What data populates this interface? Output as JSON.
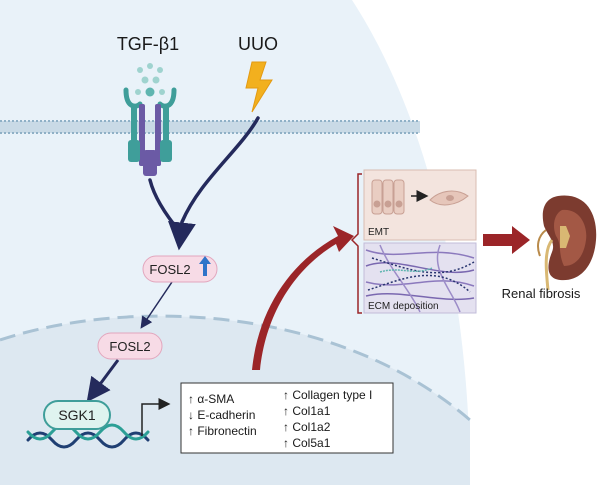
{
  "stimuli": {
    "ligand": "TGF-β1",
    "injury": "UUO"
  },
  "nodes": {
    "fosl2_up": "FOSL2",
    "fosl2_nuclear": "FOSL2",
    "sgk1": "SGK1"
  },
  "targets": {
    "left": [
      "↑ α-SMA",
      "↓ E-cadherin",
      "↑ Fibronectin"
    ],
    "right": [
      "↑ Collagen type I",
      "↑ Col1a1",
      "↑ Col1a2",
      "↑ Col5a1"
    ]
  },
  "panels": {
    "emt": "EMT",
    "ecm": "ECM deposition"
  },
  "outcome": "Renal fibrosis",
  "colors": {
    "cell_bg": "#e8f1f8",
    "membrane": "#a9c2d4",
    "receptor_teal": "#3f9e9a",
    "receptor_purple": "#6b5aa5",
    "arrow_navy": "#242a5c",
    "arrow_red": "#9b2528",
    "fosl2_pill": "#f7dbe6",
    "up_arrow": "#2f74c9",
    "lightning": "#f2b01e",
    "kidney": "#7c3b2f"
  }
}
